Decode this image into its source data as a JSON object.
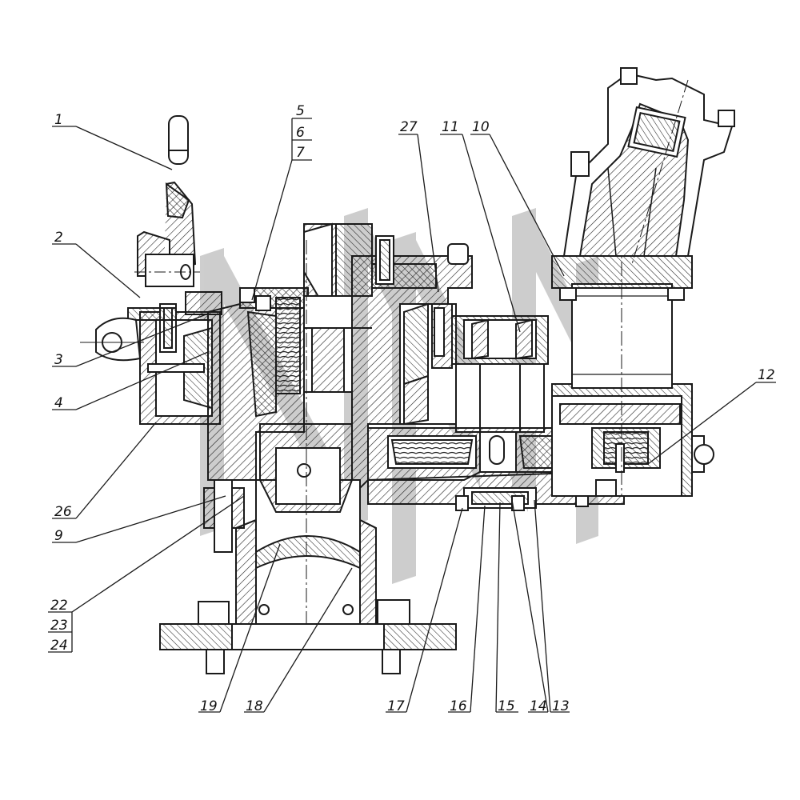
{
  "callouts": {
    "c1": "1",
    "c2": "2",
    "c3": "3",
    "c4": "4",
    "c5": "5",
    "c6": "6",
    "c7": "7",
    "c9": "9",
    "c10": "10",
    "c11": "11",
    "c12": "12",
    "c13": "13",
    "c14": "14",
    "c15": "15",
    "c16": "16",
    "c17": "17",
    "c18": "18",
    "c19": "19",
    "c22": "22",
    "c23": "23",
    "c24": "24",
    "c26": "26",
    "c27": "27"
  },
  "colors": {
    "ink": "#1a1a1a",
    "watermark": "#bdbdbd",
    "background": "#ffffff"
  }
}
